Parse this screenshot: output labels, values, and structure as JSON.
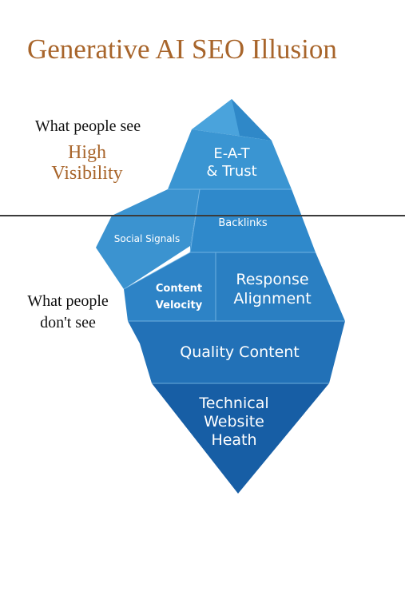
{
  "title": "Generative AI SEO Illusion",
  "above": {
    "heading": "What people see",
    "highlight_line1": "High",
    "highlight_line2": "Visibility"
  },
  "below": {
    "line1": "What people",
    "line2": "don't see"
  },
  "segments": {
    "eat_trust": {
      "line1": "E-A-T",
      "line2": "& Trust"
    },
    "backlinks": {
      "text": "Backlinks"
    },
    "social_signals": {
      "text": "Social Signals"
    },
    "content_velocity": {
      "line1": "Content",
      "line2": "Velocity"
    },
    "response_alignment": {
      "line1": "Response",
      "line2": "Alignment"
    },
    "quality_content": {
      "text": "Quality Content"
    },
    "technical": {
      "line1": "Technical",
      "line2": "Website",
      "line3": "Heath"
    }
  },
  "colors": {
    "title": "#a8652b",
    "tip": "#3a95d2",
    "mid": "#2a7fc2",
    "lower": "#1f6db3",
    "base": "#175ea5"
  }
}
